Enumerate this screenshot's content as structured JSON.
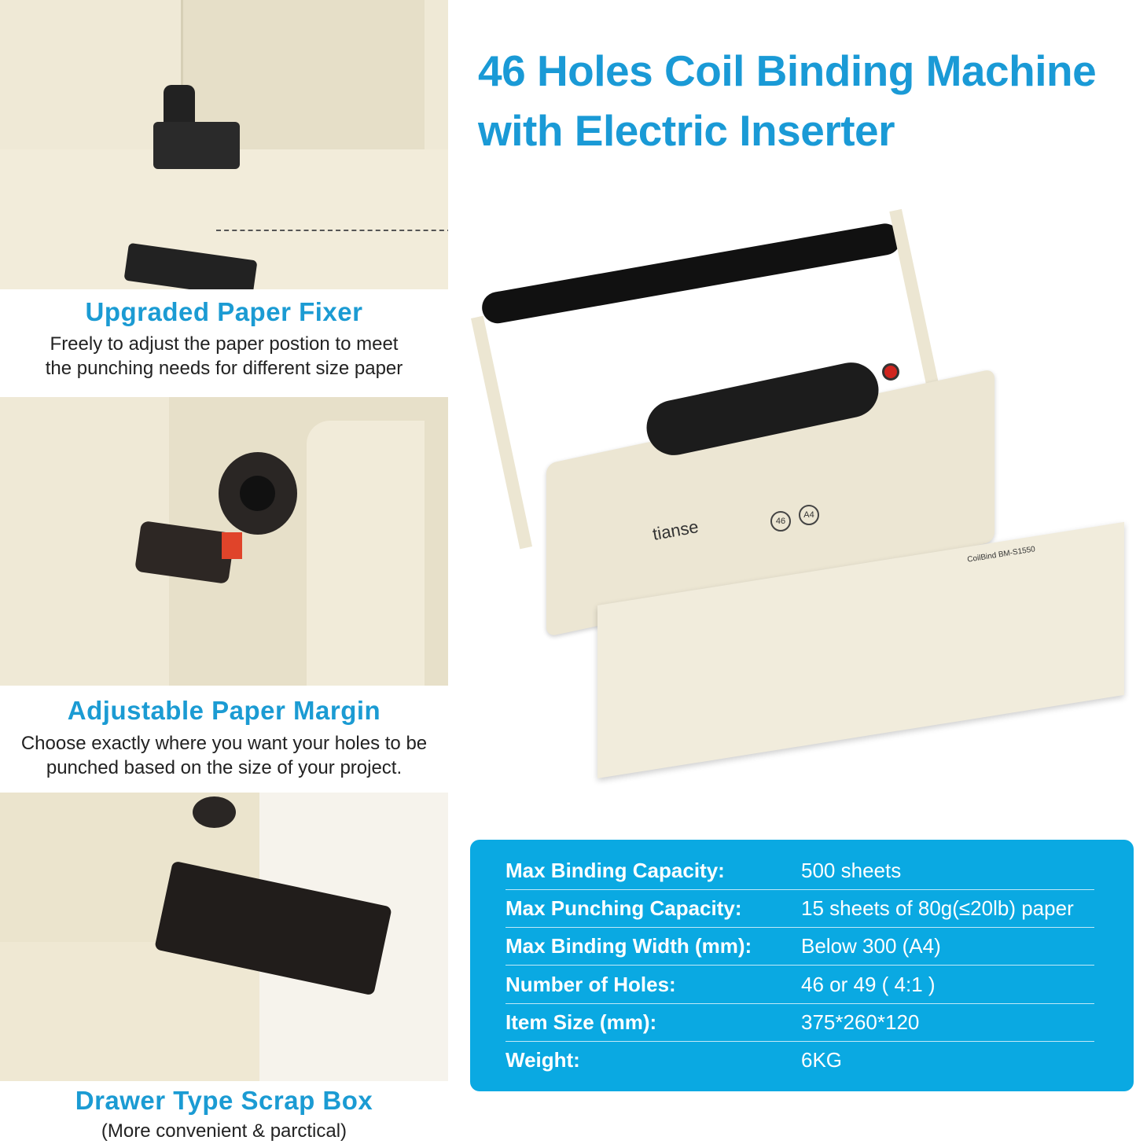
{
  "title": {
    "line1": "46 Holes Coil Binding Machine",
    "line2": "with Electric Inserter"
  },
  "features": [
    {
      "title": "Upgraded Paper Fixer",
      "text_line1": "Freely to adjust the paper postion to meet",
      "text_line2": "the punching needs for different size paper"
    },
    {
      "title": "Adjustable Paper Margin",
      "text_line1": "Choose exactly where you want your holes to be",
      "text_line2": "punched based on the size of your project."
    },
    {
      "title": "Drawer Type Scrap Box",
      "text_line1": "(More convenient & parctical)",
      "text_line2": ""
    }
  ],
  "product": {
    "brand": "tianse",
    "model": "CoilBind BM-S1550",
    "buttons": [
      "46",
      "A4"
    ]
  },
  "specs": [
    {
      "label": "Max Binding Capacity:",
      "value": "500 sheets"
    },
    {
      "label": "Max Punching Capacity:",
      "value": "15 sheets of 80g(≤20lb) paper"
    },
    {
      "label": "Max Binding Width (mm):",
      "value": "Below 300 (A4)"
    },
    {
      "label": "Number of Holes:",
      "value": "46 or 49 ( 4:1 )"
    },
    {
      "label": "Item Size (mm):",
      "value": "375*260*120"
    },
    {
      "label": "Weight:",
      "value": "6KG"
    }
  ],
  "colors": {
    "accent": "#1a9ad6",
    "spec_bg": "#0aa9e2",
    "machine": "#efe9d6"
  }
}
